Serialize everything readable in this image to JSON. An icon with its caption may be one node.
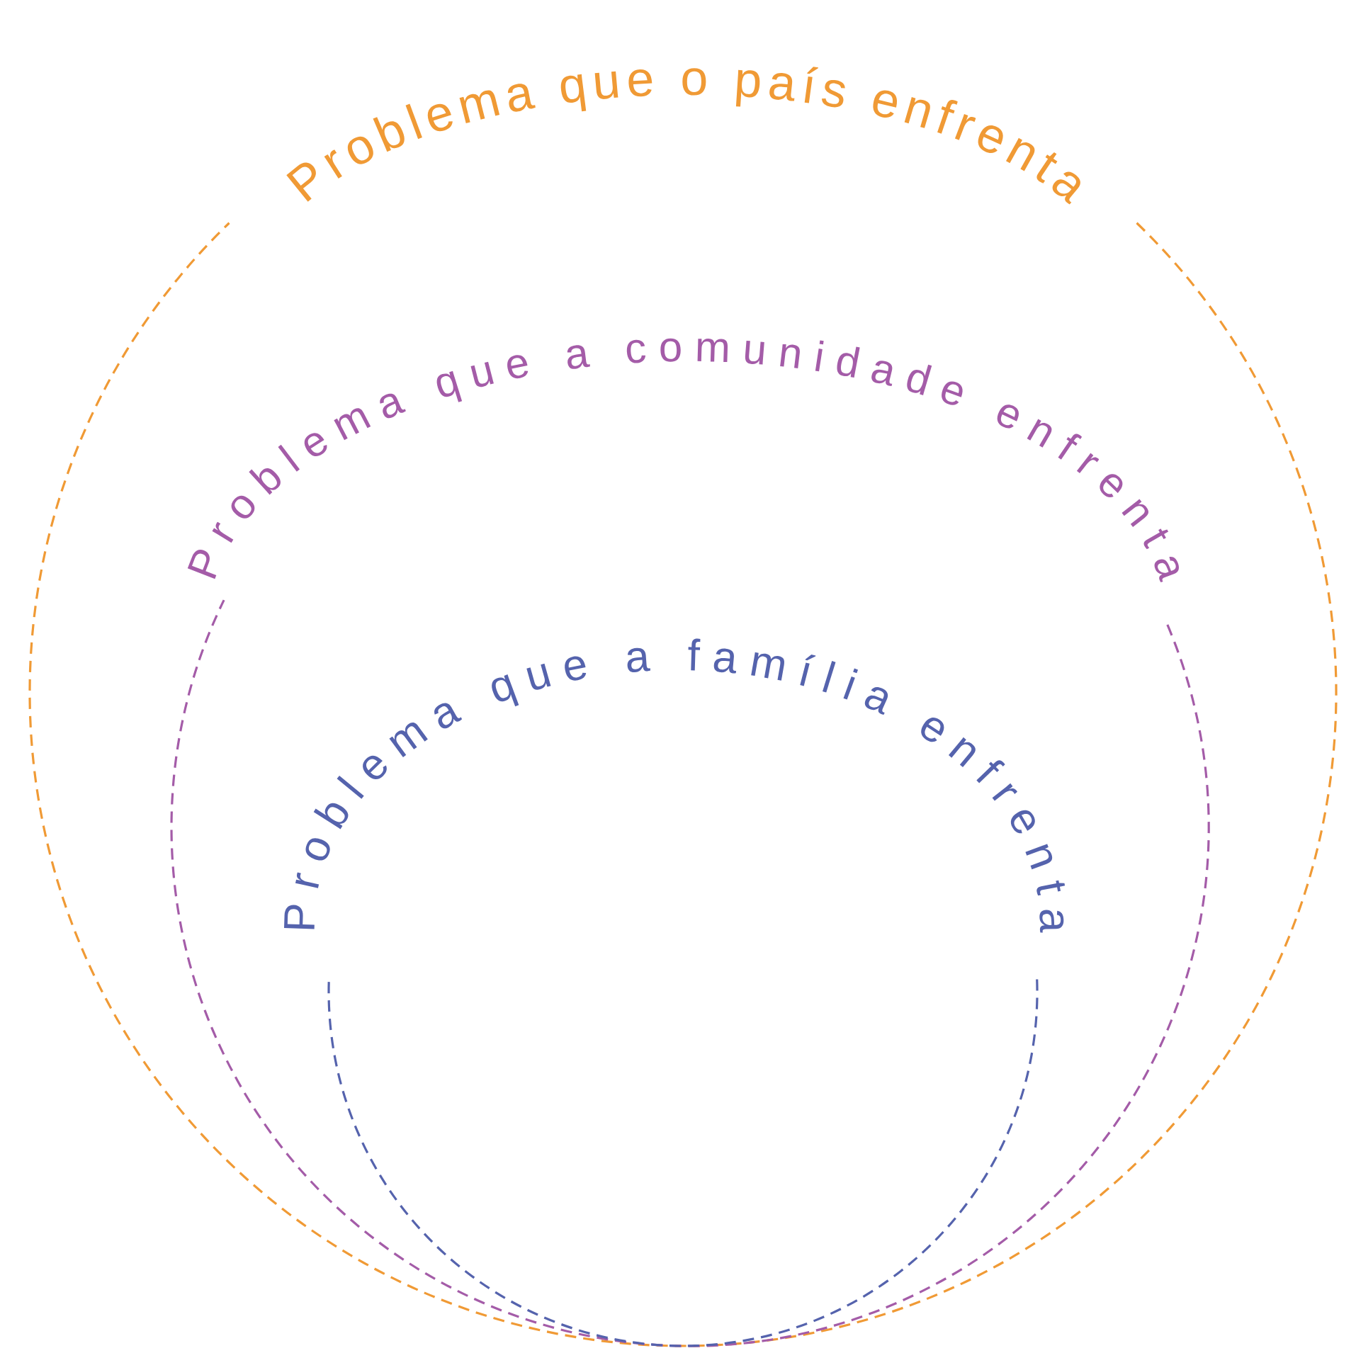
{
  "diagram": {
    "nodes": [
      {
        "text": [
          "Problema que o país enfrenta"
        ]
      },
      {
        "text": [
          "Problema que a comunidade enfrenta"
        ],
        "in": 0
      },
      {
        "text": [
          "Problema que a família enfrenta"
        ],
        "in": 1
      }
    ]
  }
}
